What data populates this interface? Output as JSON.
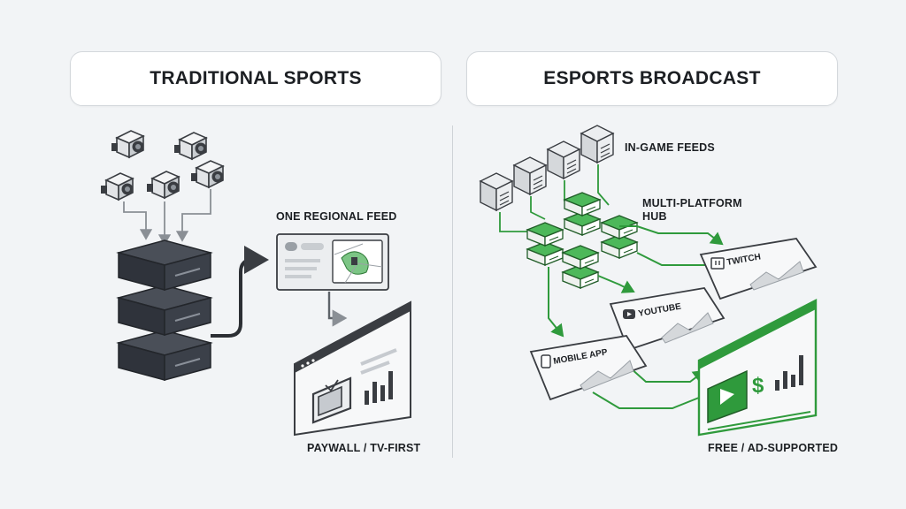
{
  "left": {
    "heading": "TRADITIONAL SPORTS",
    "feed_label": "ONE REGIONAL FEED",
    "end_label": "PAYWALL / TV-FIRST"
  },
  "right": {
    "heading": "ESPORTS BROADCAST",
    "feeds_label": "IN-GAME FEEDS",
    "hub_label": "MULTI-PLATFORM HUB",
    "platforms": [
      "TWITCH",
      "YOUTUBE",
      "MOBILE APP"
    ],
    "end_label": "FREE / AD-SUPPORTED",
    "currency_symbol": "$"
  },
  "colors": {
    "dark": "#2f333b",
    "green": "#2f9a3c",
    "line": "#3a3d42",
    "gray_fill": "#dcdfe2"
  },
  "icons": [
    "camera-icon",
    "server-icon",
    "map-icon",
    "tv-icon",
    "bar-chart-icon",
    "play-icon",
    "twitch-icon",
    "youtube-icon",
    "phone-icon",
    "dollar-icon"
  ]
}
